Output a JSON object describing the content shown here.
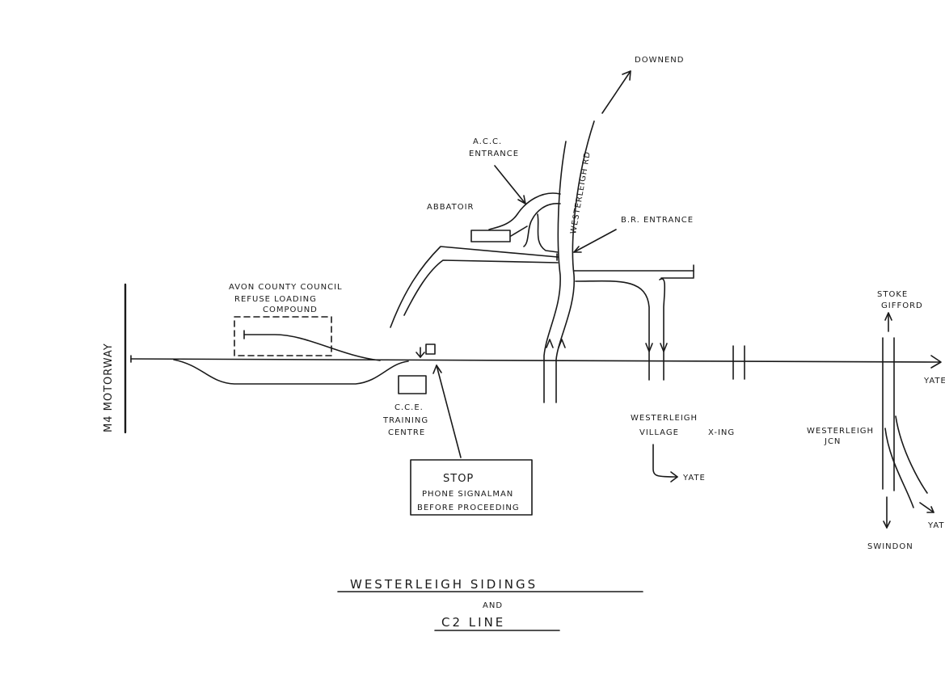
{
  "labels": {
    "downend": "DOWNEND",
    "acc_entrance_1": "A.C.C.",
    "acc_entrance_2": "ENTRANCE",
    "westerleigh_rd": "WESTERLEIGH RD",
    "abbatoir": "ABBATOIR",
    "br_entrance": "B.R. ENTRANCE",
    "compound_1": "AVON COUNTY COUNCIL",
    "compound_2": "REFUSE LOADING",
    "compound_3": "COMPOUND",
    "m4_motorway": "M4 MOTORWAY",
    "stoke_gifford_1": "STOKE",
    "stoke_gifford_2": "GIFFORD",
    "yate_main": "YATE",
    "cce_1": "C.C.E.",
    "cce_2": "TRAINING",
    "cce_3": "CENTRE",
    "stop_title": "STOP",
    "stop_line1": "PHONE SIGNALMAN",
    "stop_line2": "BEFORE PROCEEDING",
    "village_1": "WESTERLEIGH",
    "village_2": "VILLAGE",
    "xing": "X-ING",
    "village_yate": "YATE",
    "jcn_1": "WESTERLEIGH",
    "jcn_2": "JCN",
    "swindon": "SWINDON",
    "yate_branch": "YATE"
  },
  "title": {
    "line1": "WESTERLEIGH SIDINGS",
    "line2": "AND",
    "line3": "C2 LINE"
  }
}
